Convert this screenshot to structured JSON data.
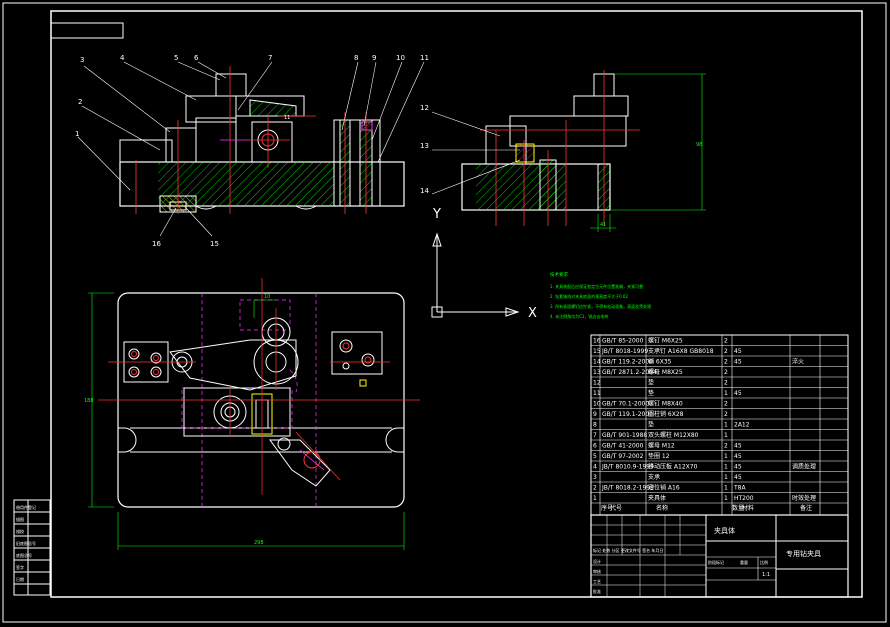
{
  "part_labels": [
    "1",
    "2",
    "3",
    "4",
    "5",
    "6",
    "7",
    "8",
    "9",
    "10",
    "11",
    "12",
    "13",
    "14",
    "15",
    "16"
  ],
  "axis": {
    "y": "Y",
    "x": "X"
  },
  "dimensions": {
    "d10": "10",
    "d11": "11",
    "dim_bottom": "298",
    "dim_left": "188",
    "dim_right": "98",
    "dim_small": "41"
  },
  "tech_notes": {
    "heading": "技术要求",
    "lines": [
      "1. 夹具装配后应保证各定位元件位置准确，夹紧可靠",
      "2. 钻套轴线对夹具底面的垂直度不大于0.02",
      "3. 所有紧固螺钉应拧紧，不得有松动现象，表面发黑处理",
      "4. 未注倒角均为C1，锐边去毛刺"
    ]
  },
  "bom": [
    {
      "no": "16",
      "std": "GB/T 85-2000",
      "name": "螺钉 M6X25",
      "qty": "2",
      "mat": "",
      "note": ""
    },
    {
      "no": "15",
      "std": "JB/T 8018-1999",
      "name": "支承钉 A16X8 GB8018",
      "qty": "2",
      "mat": "45",
      "note": ""
    },
    {
      "no": "14",
      "std": "GB/T 119.2-2000",
      "name": "销 6X35",
      "qty": "2",
      "mat": "45",
      "note": "淬火"
    },
    {
      "no": "13",
      "std": "GB/T 2871.2-2004",
      "name": "螺母 M8X25",
      "qty": "2",
      "mat": "",
      "note": ""
    },
    {
      "no": "12",
      "std": "",
      "name": "垫",
      "qty": "2",
      "mat": "",
      "note": ""
    },
    {
      "no": "11",
      "std": "",
      "name": "垫",
      "qty": "1",
      "mat": "45",
      "note": ""
    },
    {
      "no": "10",
      "std": "GB/T 70.1-2000",
      "name": "螺钉 M8X40",
      "qty": "2",
      "mat": "",
      "note": ""
    },
    {
      "no": "9",
      "std": "GB/T 119.1-2000",
      "name": "圆柱销 6X28",
      "qty": "2",
      "mat": "",
      "note": ""
    },
    {
      "no": "8",
      "std": "",
      "name": "垫",
      "qty": "1",
      "mat": "2A12",
      "note": ""
    },
    {
      "no": "7",
      "std": "GB/T 901-1988",
      "name": "双头螺柱 M12X80",
      "qty": "1",
      "mat": "",
      "note": ""
    },
    {
      "no": "6",
      "std": "GB/T 41-2000",
      "name": "螺母 M12",
      "qty": "2",
      "mat": "45",
      "note": ""
    },
    {
      "no": "5",
      "std": "GB/T 97-2002",
      "name": "垫圈 12",
      "qty": "1",
      "mat": "45",
      "note": ""
    },
    {
      "no": "4",
      "std": "JB/T 8010.9-1999",
      "name": "移动压板 A12X70",
      "qty": "1",
      "mat": "45",
      "note": "调质处理"
    },
    {
      "no": "3",
      "std": "",
      "name": "支承",
      "qty": "1",
      "mat": "45",
      "note": ""
    },
    {
      "no": "2",
      "std": "JB/T 8018.2-1999",
      "name": "定位销 A16",
      "qty": "1",
      "mat": "T8A",
      "note": ""
    },
    {
      "no": "1",
      "std": "",
      "name": "夹具体",
      "qty": "1",
      "mat": "HT200",
      "note": "时效处理"
    }
  ],
  "bom_header": {
    "no": "序号",
    "std": "代号",
    "name": "名称",
    "qty": "数量",
    "mat": "材料",
    "note": "备注"
  },
  "title_block": {
    "designer_row": "标记 处数 分区 更改文件号 签名 年月日",
    "design": "设计",
    "check": "审核",
    "craft": "工艺",
    "approve": "批准",
    "drawing_name": "专用钻夹具",
    "part_name": "夹具体",
    "scale": "1:1",
    "stage": "阶段标记",
    "weight": "重量",
    "ratio": "比例"
  },
  "side_block": [
    "借用件登记",
    "描图",
    "描校",
    "旧底图总号",
    "底图总号",
    "签字",
    "日期"
  ]
}
